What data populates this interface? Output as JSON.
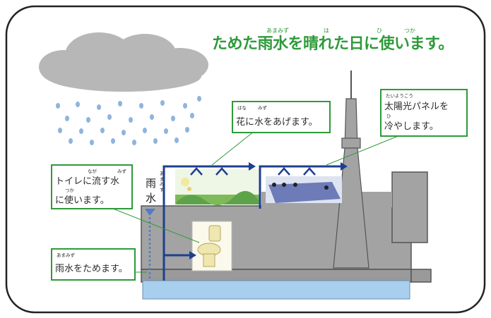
{
  "title": {
    "text": "ためた雨水を晴れた日に使います。",
    "ruby": [
      "あまみず",
      "は",
      "ひ",
      "つか"
    ]
  },
  "callouts": {
    "flowers": {
      "ruby": [
        "はな",
        "みず"
      ],
      "line1": "花に水をあげます。"
    },
    "solar": {
      "ruby_top": "たいようこう",
      "line1": "太陽光パネルを",
      "ruby_mid": "ひ",
      "line2": "冷やします。"
    },
    "toilet": {
      "ruby_top": [
        "なが",
        "みず"
      ],
      "line1": "トイレに流す水",
      "ruby_mid": "つか",
      "line2": "に使います。"
    },
    "store": {
      "ruby_top": "あまみず",
      "line1": "雨水をためます。"
    }
  },
  "rain_label": {
    "kanji1": "雨",
    "kanji2": "水",
    "ruby": "あまみず"
  },
  "colors": {
    "accent_green": "#2e9a3a",
    "pipe_blue": "#1f3f8f",
    "building_gray": "#a3a3a3",
    "tank_blue": "#a8cfee"
  }
}
